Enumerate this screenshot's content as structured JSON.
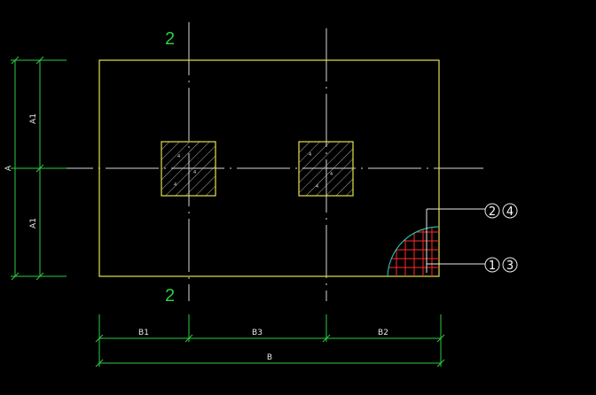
{
  "drawing": {
    "axis_top": "2",
    "axis_bottom": "2",
    "dim_left": {
      "a1_top": "A1",
      "a1_bottom": "A1",
      "a_total": "A"
    },
    "dim_bottom": {
      "b1": "B1",
      "b3": "B3",
      "b2": "B2",
      "b_total": "B"
    },
    "callouts": [
      {
        "left": "2",
        "right": "4"
      },
      {
        "left": "1",
        "right": "3"
      }
    ],
    "colors": {
      "outline": "#e5e24a",
      "dimension": "#2ecc40",
      "centerline": "#d8d8d8",
      "rebar": "#ff2a2a",
      "arc": "#2fd3c8",
      "background": "#000000"
    }
  }
}
